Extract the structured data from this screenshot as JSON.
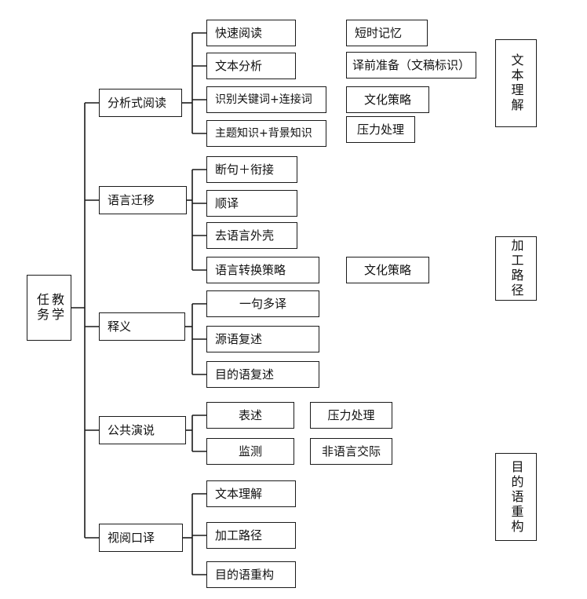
{
  "root": {
    "label": "教学任务",
    "col1": "教学",
    "col2": "任务"
  },
  "categories": [
    {
      "label": "分析式阅读",
      "children": [
        "快速阅读",
        "文本分析",
        "识别关键词+连接词",
        "主题知识+背景知识"
      ]
    },
    {
      "label": "语言迁移",
      "children": [
        "断句＋衔接",
        "顺译",
        "去语言外壳",
        "语言转换策略"
      ]
    },
    {
      "label": "释义",
      "children": [
        "一句多译",
        "源语复述",
        "目的语复述"
      ]
    },
    {
      "label": "公共演说",
      "children": [
        "表述",
        "监测"
      ]
    },
    {
      "label": "视阅口译",
      "children": [
        "文本理解",
        "加工路径",
        "目的语重构"
      ]
    }
  ],
  "side_labels": {
    "duanshi": "短时记忆",
    "yiqian": "译前准备（文稿标识）",
    "wenhua1": "文化策略",
    "yali1": "压力处理",
    "wenhua2": "文化策略",
    "yali2": "压力处理",
    "feiyuyan": "非语言交际"
  },
  "right_labels": [
    "文本理解",
    "加工路径",
    "目的语重构"
  ]
}
